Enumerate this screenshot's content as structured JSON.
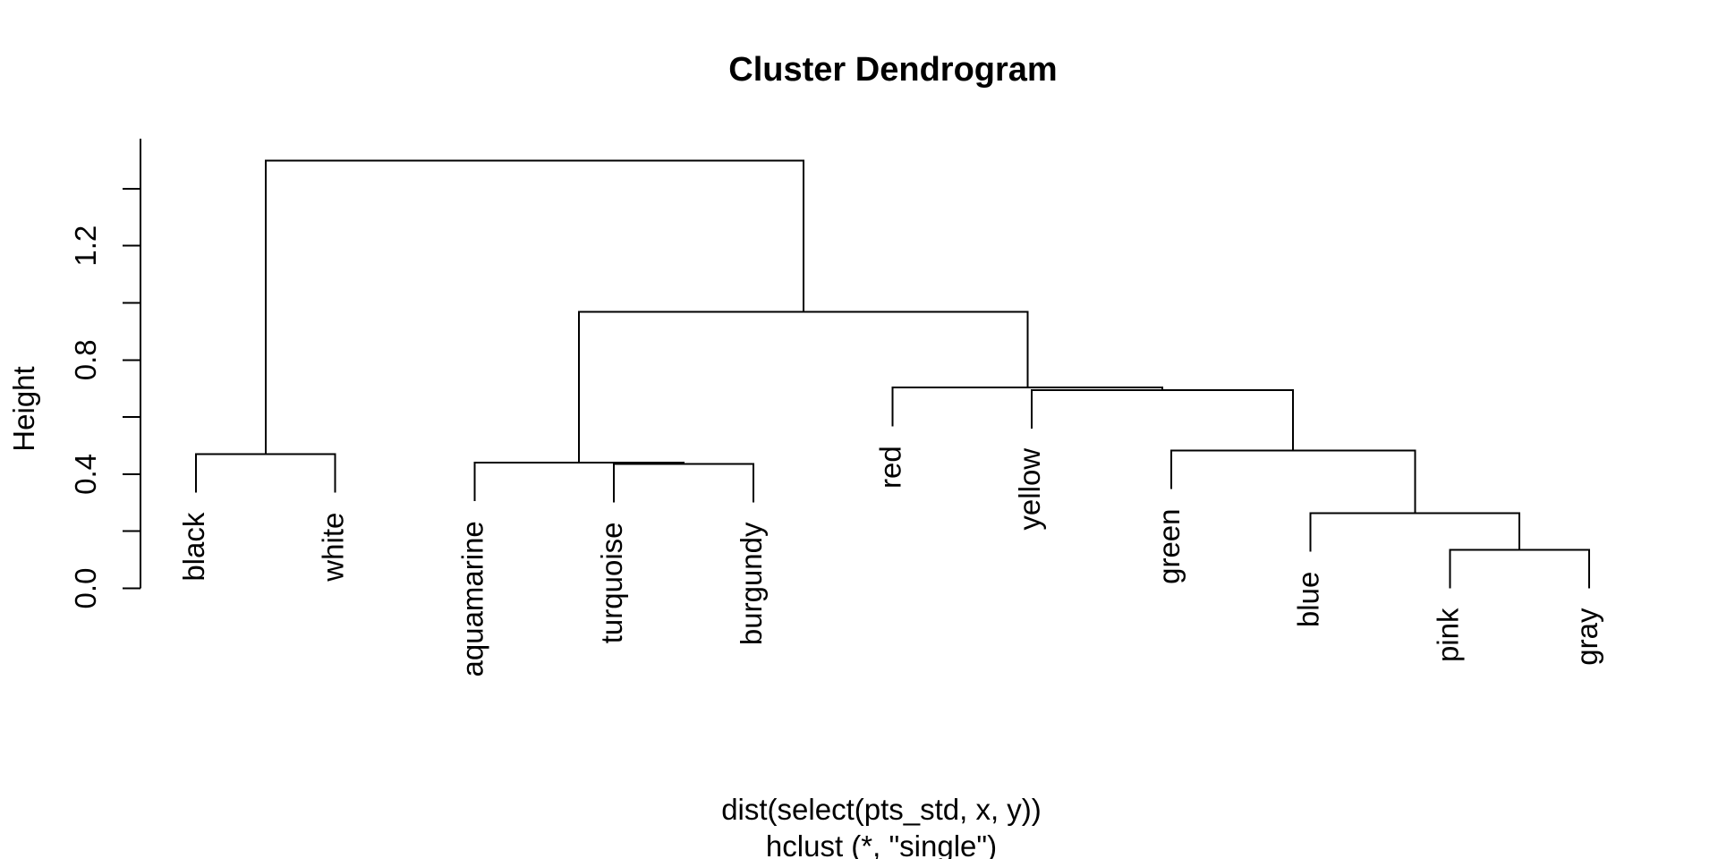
{
  "title": "Cluster Dendrogram",
  "colors": {
    "foreground": "#000000",
    "background": "#ffffff"
  },
  "y_axis": {
    "label": "Height",
    "tick_values": [
      0.0,
      0.2,
      0.4,
      0.6,
      0.8,
      1.0,
      1.2,
      1.4
    ],
    "labeled_ticks": [
      {
        "value": 0.0,
        "label": "0.0"
      },
      {
        "value": 0.4,
        "label": "0.4"
      },
      {
        "value": 0.8,
        "label": "0.8"
      },
      {
        "value": 1.2,
        "label": "1.2"
      }
    ],
    "range": [
      0.0,
      1.5
    ]
  },
  "caption": {
    "line1": "dist(select(pts_std, x, y))",
    "line2": "hclust (*, \"single\")"
  },
  "chart_data": {
    "type": "dendrogram",
    "title": "Cluster Dendrogram",
    "ylabel": "Height",
    "linkage_method": "single",
    "distance_call": "dist(select(pts_std, x, y))",
    "hang": 0.135,
    "leaves": [
      "black",
      "white",
      "aquamarine",
      "turquoise",
      "burgundy",
      "red",
      "yellow",
      "green",
      "blue",
      "pink",
      "gray"
    ],
    "merges": [
      {
        "children": [
          "leaf:black",
          "leaf:white"
        ],
        "height": 0.47
      },
      {
        "children": [
          "leaf:turquoise",
          "leaf:burgundy"
        ],
        "height": 0.436
      },
      {
        "children": [
          "leaf:aquamarine",
          "merge:1"
        ],
        "height": 0.44
      },
      {
        "children": [
          "leaf:pink",
          "leaf:gray"
        ],
        "height": 0.135
      },
      {
        "children": [
          "leaf:blue",
          "merge:3"
        ],
        "height": 0.263
      },
      {
        "children": [
          "leaf:green",
          "merge:4"
        ],
        "height": 0.483
      },
      {
        "children": [
          "leaf:yellow",
          "merge:5"
        ],
        "height": 0.695
      },
      {
        "children": [
          "leaf:red",
          "merge:6"
        ],
        "height": 0.703
      },
      {
        "children": [
          "merge:2",
          "merge:7"
        ],
        "height": 0.968
      },
      {
        "children": [
          "merge:0",
          "merge:8"
        ],
        "height": 1.498
      }
    ]
  }
}
